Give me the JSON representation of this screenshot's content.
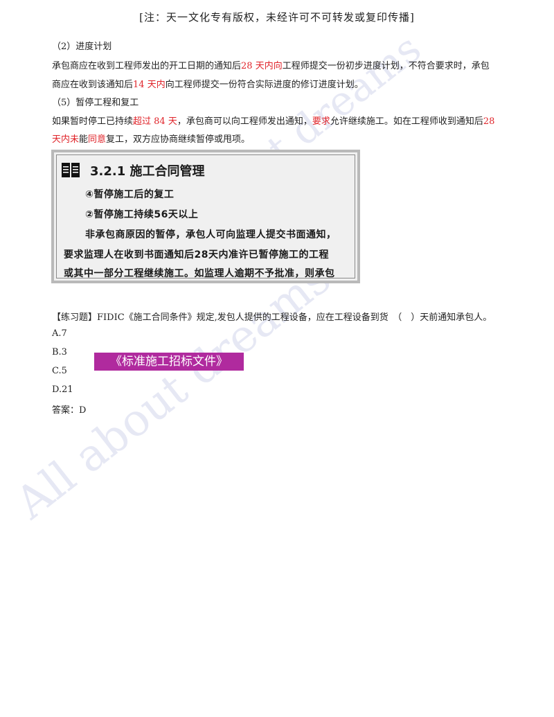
{
  "header": "[注：天一文化专有版权，未经许可不可转发或复印传播]",
  "section2": {
    "heading": "（2）进度计划",
    "l1a": "承包商应在收到工程师发出的开工日期的通知后",
    "l1r": "28 天内向",
    "l1b": "工程师提交一份初步进度计划，不符合要求时，承包",
    "l2a": "商应在收到该通知后",
    "l2r": "14 天内",
    "l2b": "向工程师提交一份符合实际进度的修订进度计划。"
  },
  "section5": {
    "heading": "（5）暂停工程和复工",
    "l1a": "如果暂时停工已持续",
    "l1r1": "超过 84 天",
    "l1b": "，承包商可以向工程师发出通知，",
    "l1r2": "要求",
    "l1c": "允许继续施工。如在工程师收到通知后",
    "l1r3": "28",
    "l2r1": "天内未",
    "l2a": "能",
    "l2r2": "同意",
    "l2b": "复工，双方应协商继续暂停或甩项。"
  },
  "slide": {
    "title": "3.2.1  施工合同管理",
    "lines": [
      "④暂停施工后的复工",
      "②暂停施工持续56天以上",
      "非承包商原因的暂停，承包人可向监理人提交书面通知，",
      "要求监理人在收到书面通知后28天内准许已暂停施工的工程",
      "或其中一部分工程继续施工。如监理人逾期不予批准，则承包"
    ]
  },
  "exercise": {
    "question": "【练习题】FIDIC《施工合同条件》规定,发包人提供的工程设备，应在工程设备到货　（　）天前通知承包人。",
    "options": [
      "A.7",
      "B.3",
      "C.5",
      "D.21"
    ],
    "answer": "答案：D"
  },
  "stamp": "《标准施工招标文件》",
  "watermark": "All about dreams",
  "colors": {
    "red": "#e0242a",
    "stamp": "#b02a9e"
  }
}
